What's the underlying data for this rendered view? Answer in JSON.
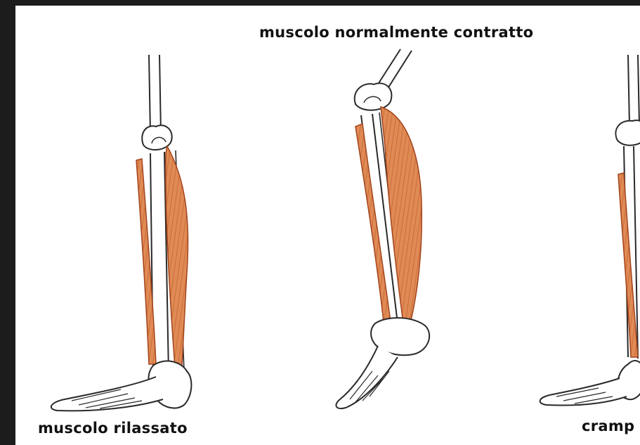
{
  "labels": {
    "top": "muscolo normalmente contratto",
    "bottom_left": "muscolo rilassato",
    "bottom_right_partial": "cramp"
  },
  "colors": {
    "muscle_fill": "#e08a55",
    "muscle_stroke": "#a2441c",
    "bone_fill": "#ffffff",
    "bone_stroke": "#2a2a2a",
    "frame": "#1c1c1c",
    "background": "#ffffff"
  }
}
